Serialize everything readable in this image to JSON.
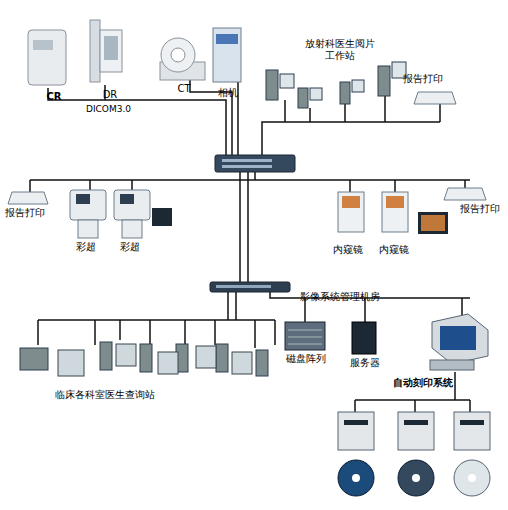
{
  "diagram": {
    "nodes": [
      {
        "text": [
          "CR"
        ]
      },
      {
        "text": [
          "DR"
        ]
      },
      {
        "text": [
          "CT"
        ]
      },
      {
        "text": [
          "相机"
        ]
      },
      {
        "text": [
          "放射科医生阅片工作站"
        ]
      },
      {
        "text": [
          "报告打印"
        ]
      },
      {
        "text": [
          "报告打印"
        ]
      },
      {
        "text": [
          "彩超"
        ]
      },
      {
        "text": [
          "彩超"
        ]
      },
      {
        "text": [
          "内窥镜"
        ]
      },
      {
        "text": [
          "内窥镜"
        ]
      },
      {
        "text": [
          "报告打印"
        ]
      },
      {
        "text": [
          "临床各科室医生查询站"
        ]
      },
      {
        "text": [
          "磁盘阵列"
        ]
      },
      {
        "text": [
          "服务器"
        ]
      },
      {
        "text": [
          "自动刻印系统"
        ]
      }
    ],
    "labels": [
      "DICOM3.0",
      "影像系统管理机房"
    ]
  }
}
